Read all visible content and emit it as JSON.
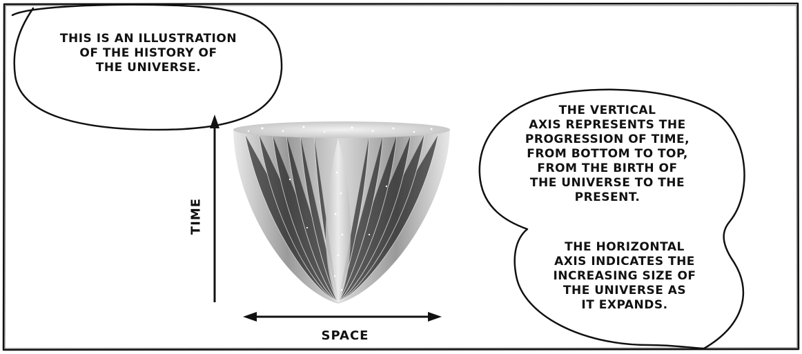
{
  "bubble_intro": {
    "lines": [
      "THIS IS AN ILLUSTRATION",
      "OF THE HISTORY OF",
      "THE UNIVERSE."
    ]
  },
  "bubble_vertical": {
    "lines": [
      "THE VERTICAL",
      "AXIS REPRESENTS THE",
      "PROGRESSION OF TIME,",
      "FROM BOTTOM TO TOP,",
      "FROM THE BIRTH OF",
      "THE UNIVERSE TO THE",
      "PRESENT."
    ]
  },
  "bubble_horizontal": {
    "lines": [
      "THE HORIZONTAL",
      "AXIS INDICATES THE",
      "INCREASING SIZE OF",
      "THE UNIVERSE AS",
      "IT EXPANDS."
    ]
  },
  "axes": {
    "vertical_label": "TIME",
    "horizontal_label": "SPACE"
  },
  "colors": {
    "ink": "#111111",
    "cone_light": "#e6e6e6",
    "cone_dark": "#8c8c8c"
  }
}
